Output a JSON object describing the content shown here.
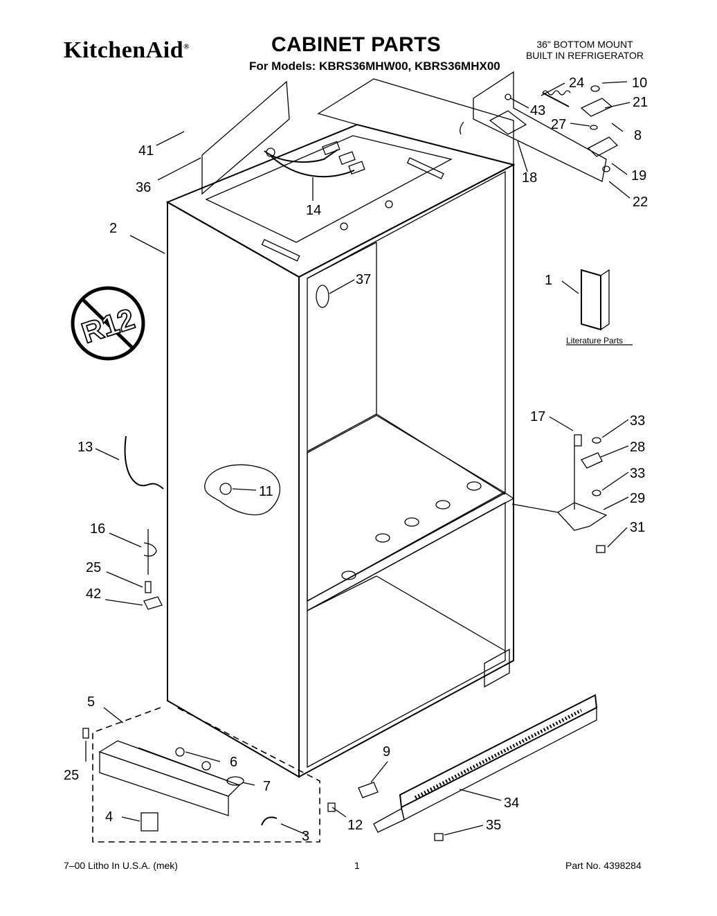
{
  "header": {
    "brand": "KitchenAid",
    "title": "CABINET PARTS",
    "models": "For Models: KBRS36MHW00, KBRS36MHX00",
    "subtitle_line1": "36\" BOTTOM MOUNT",
    "subtitle_line2": "BUILT IN REFRIGERATOR"
  },
  "diagram": {
    "no_r12_symbol_text": "R12",
    "literature_label": "Literature Parts",
    "callouts": {
      "c1": "1",
      "c2": "2",
      "c3": "3",
      "c4": "4",
      "c5": "5",
      "c6": "6",
      "c7": "7",
      "c8": "8",
      "c9": "9",
      "c10": "10",
      "c11": "11",
      "c12": "12",
      "c13": "13",
      "c14": "14",
      "c16": "16",
      "c17": "17",
      "c18": "18",
      "c19": "19",
      "c21": "21",
      "c22": "22",
      "c24": "24",
      "c25a": "25",
      "c25b": "25",
      "c27": "27",
      "c28": "28",
      "c29": "29",
      "c31": "31",
      "c33a": "33",
      "c33b": "33",
      "c34": "34",
      "c35": "35",
      "c36": "36",
      "c37": "37",
      "c41": "41",
      "c42": "42",
      "c43": "43"
    }
  },
  "footer": {
    "litho": "7–00 Litho In U.S.A. (mek)",
    "page_number": "1",
    "part_number": "Part No. 4398284"
  }
}
